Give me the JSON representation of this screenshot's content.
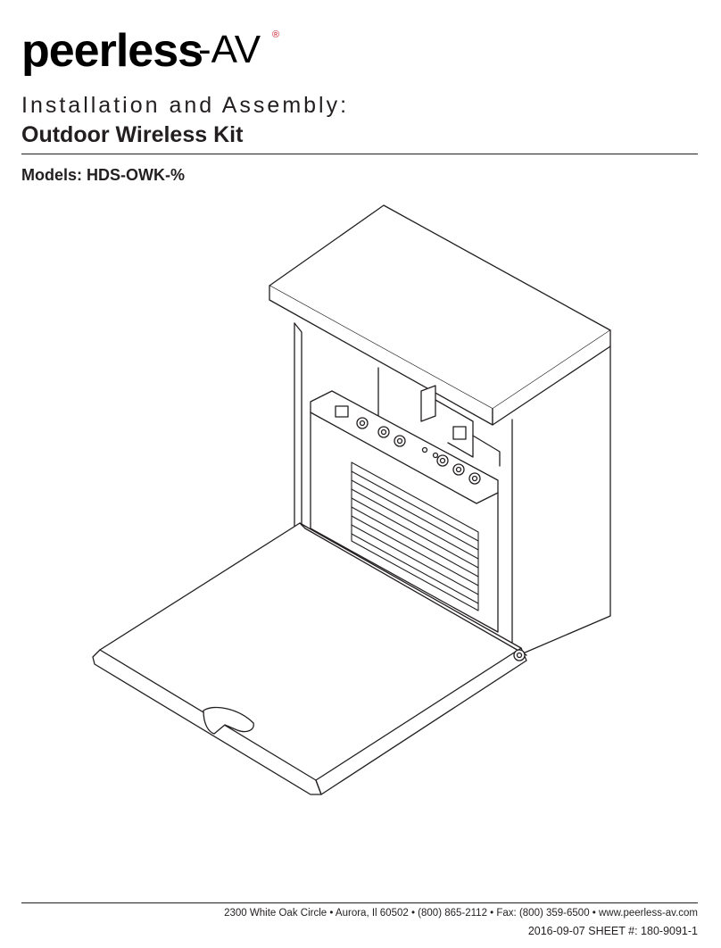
{
  "brand": {
    "logo_main": "peerless",
    "logo_suffix": "-AV",
    "logo_mark": "®",
    "color": "#c8202f"
  },
  "document": {
    "kicker": "Installation and Assembly:",
    "title": "Outdoor Wireless Kit",
    "models": "Models: HDS-OWK-%"
  },
  "footer": {
    "address": "2300 White Oak Circle  •  Aurora, Il 60502  •  (800) 865-2112  •  Fax: (800) 359-6500  •  www.peerless-av.com",
    "sheet": "2016-09-07   SHEET #: 180-9091-1"
  },
  "figure": {
    "subject": "outdoor-enclosure-drawing"
  }
}
